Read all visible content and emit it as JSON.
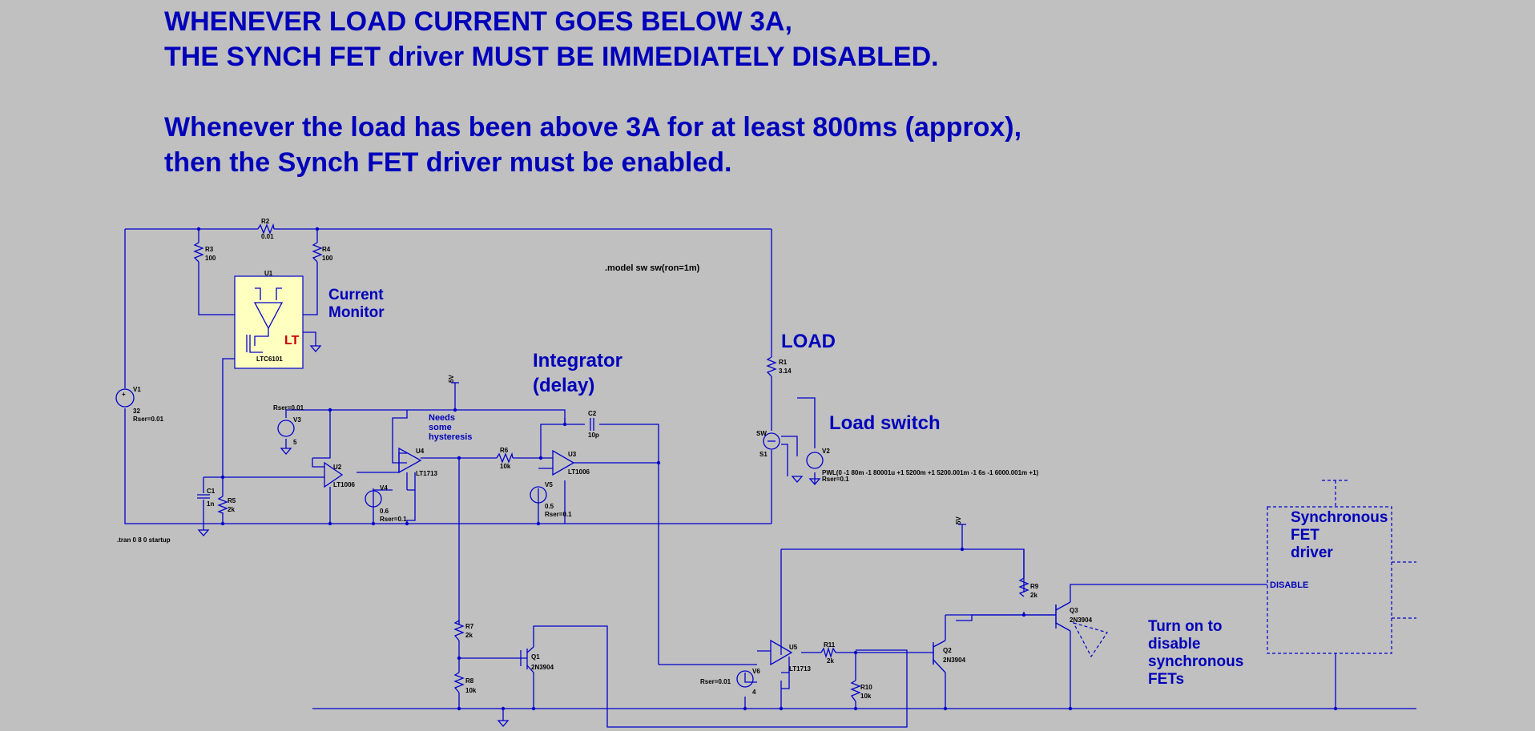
{
  "heading": {
    "line1": "WHENEVER LOAD CURRENT GOES BELOW 3A,",
    "line2": "THE SYNCH FET driver MUST BE  IMMEDIATELY DISABLED.",
    "line3": "Whenever the load has been above 3A for at least 800ms (approx),",
    "line4": "then the Synch FET driver must be enabled."
  },
  "labels": {
    "current_monitor_1": "Current",
    "current_monitor_2": "Monitor",
    "integrator_1": "Integrator",
    "integrator_2": "(delay)",
    "load": "LOAD",
    "load_switch": "Load switch",
    "needs_1": "Needs",
    "needs_2": "some",
    "needs_3": "hysteresis",
    "sync_1": "Synchronous",
    "sync_2": "FET",
    "sync_3": "driver",
    "disable": "DISABLE",
    "turn_1": "Turn on to",
    "turn_2": "disable",
    "turn_3": "synchronous",
    "turn_4": "FETs"
  },
  "directives": {
    "model": ".model sw sw(ron=1m)",
    "tran": ".tran 0 8 0 startup",
    "pwl": "PWL(0 -1 80m -1 80001u +1  5200m +1  5200.001m  -1  6s  -1 6000.001m +1)"
  },
  "components": {
    "R2": {
      "name": "R2",
      "value": "0.01"
    },
    "R3": {
      "name": "R3",
      "value": "100"
    },
    "R4": {
      "name": "R4",
      "value": "100"
    },
    "U1": {
      "name": "U1",
      "part": "LTC6101"
    },
    "V1": {
      "name": "V1",
      "value": "32",
      "extra": "Rser=0.01"
    },
    "R1": {
      "name": "R1",
      "value": "3.14"
    },
    "V3": {
      "name": "V3",
      "value": "5",
      "extra": "Rser=0.01"
    },
    "V4": {
      "name": "V4",
      "value": "0.6",
      "extra": "Rser=0.1"
    },
    "V5": {
      "name": "V5",
      "value": "0.5",
      "extra": "Rser=0.1"
    },
    "U2": {
      "name": "U2",
      "part": "LT1006"
    },
    "U4": {
      "name": "U4",
      "part": "LT1713"
    },
    "U3": {
      "name": "U3",
      "part": "LT1006"
    },
    "R6": {
      "name": "R6",
      "value": "10k"
    },
    "C2": {
      "name": "C2",
      "value": "10p"
    },
    "C1": {
      "name": "C1",
      "value": "1n"
    },
    "R5": {
      "name": "R5",
      "value": "2k"
    },
    "S1": {
      "name": "S1",
      "model": "SW"
    },
    "V2": {
      "name": "V2",
      "extra": "Rser=0.1"
    },
    "R7": {
      "name": "R7",
      "value": "2k"
    },
    "R8": {
      "name": "R8",
      "value": "10k"
    },
    "Q1": {
      "name": "Q1",
      "part": "2N3904"
    },
    "U5": {
      "name": "U5",
      "part": "LT1713"
    },
    "V6": {
      "name": "V6",
      "value": "4",
      "extra": "Rser=0.01"
    },
    "R11": {
      "name": "R11",
      "value": "2k"
    },
    "R10": {
      "name": "R10",
      "value": "10k"
    },
    "Q2": {
      "name": "Q2",
      "part": "2N3904"
    },
    "R9": {
      "name": "R9",
      "value": "2k"
    },
    "Q3": {
      "name": "Q3",
      "part": "2N3904"
    }
  },
  "net_labels": {
    "five_v": "5V"
  },
  "colors": {
    "background": "#c0c0c0",
    "wire": "#0000cc",
    "text": "#0000bb",
    "ic_fill": "#ffffc0",
    "logo": "#cc0000"
  }
}
